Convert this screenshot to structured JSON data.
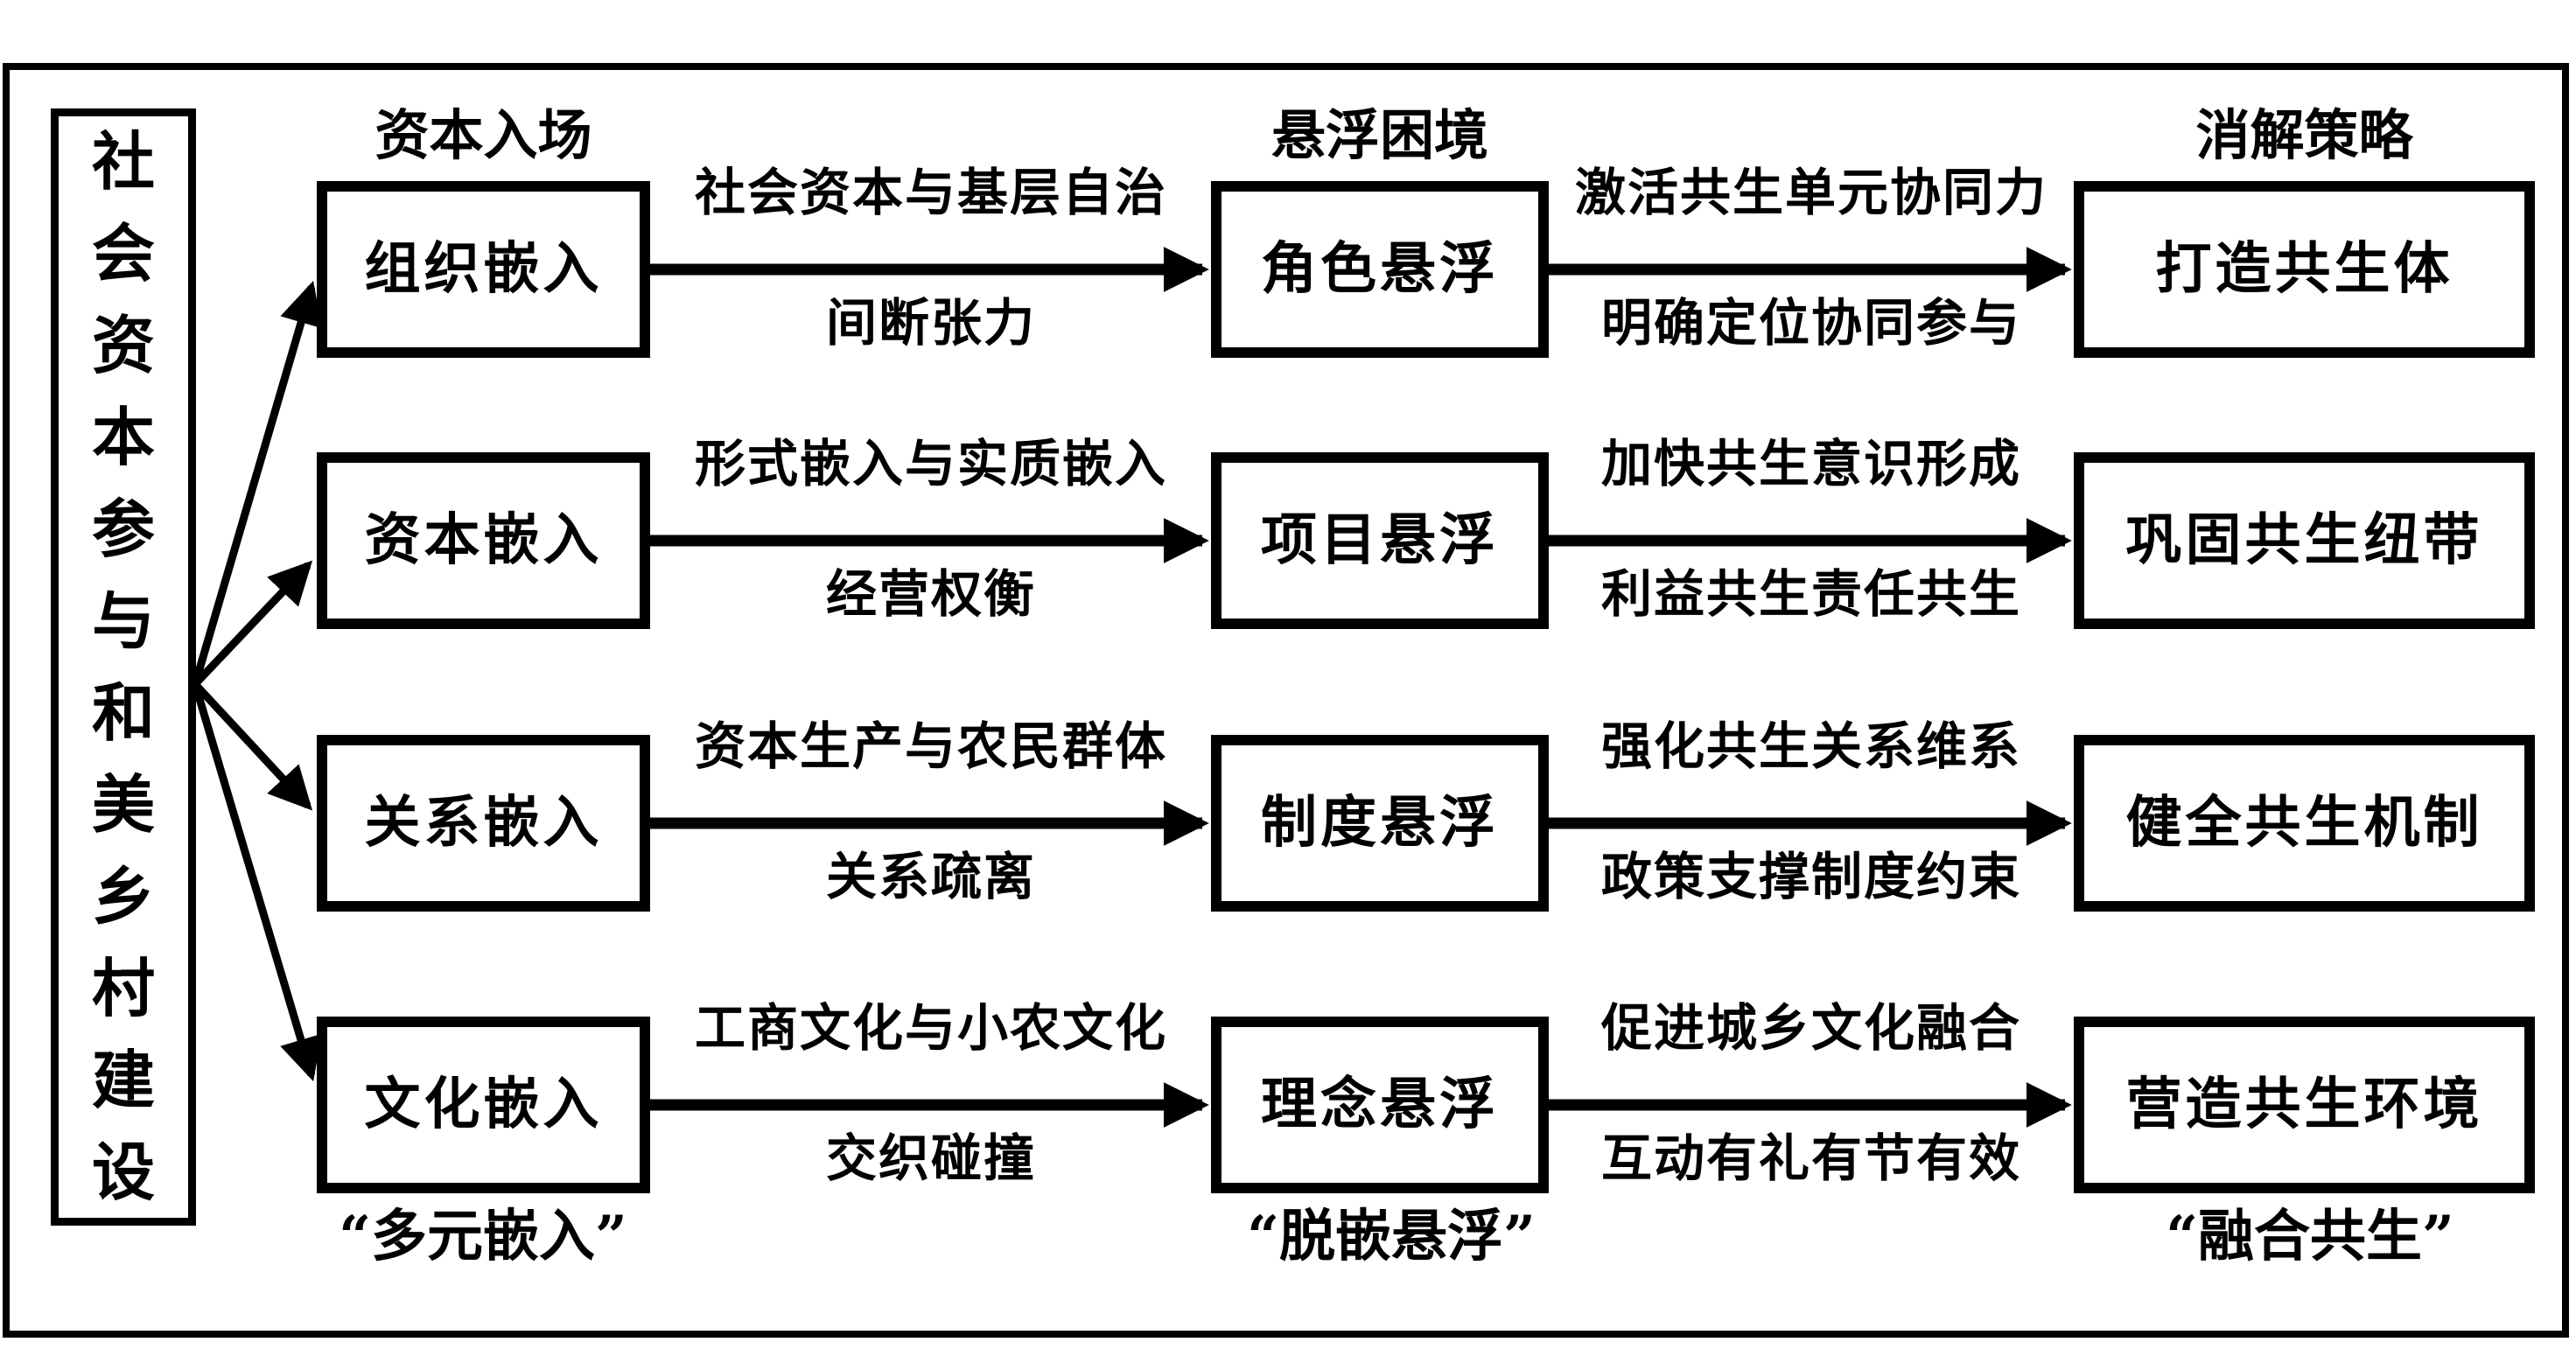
{
  "diagram": {
    "colors": {
      "ink": "#000000",
      "background": "#ffffff"
    },
    "left_box": "社会资本参与和美乡村建设",
    "headers": {
      "entry": "资本入场",
      "dilemma": "悬浮困境",
      "strategy": "消解策略"
    },
    "rows": [
      {
        "entry": "组织嵌入",
        "cause1": "社会资本与基层自治",
        "cause2": "间断张力",
        "dilemma": "角色悬浮",
        "measure1": "激活共生单元协同力",
        "measure2": "明确定位协同参与",
        "strategy": "打造共生体"
      },
      {
        "entry": "资本嵌入",
        "cause1": "形式嵌入与实质嵌入",
        "cause2": "经营权衡",
        "dilemma": "项目悬浮",
        "measure1": "加快共生意识形成",
        "measure2": "利益共生责任共生",
        "strategy": "巩固共生纽带"
      },
      {
        "entry": "关系嵌入",
        "cause1": "资本生产与农民群体",
        "cause2": "关系疏离",
        "dilemma": "制度悬浮",
        "measure1": "强化共生关系维系",
        "measure2": "政策支撑制度约束",
        "strategy": "健全共生机制"
      },
      {
        "entry": "文化嵌入",
        "cause1": "工商文化与小农文化",
        "cause2": "交织碰撞",
        "dilemma": "理念悬浮",
        "measure1": "促进城乡文化融合",
        "measure2": "互动有礼有节有效",
        "strategy": "营造共生环境"
      }
    ],
    "footers": {
      "entry": "“多元嵌入”",
      "dilemma": "“脱嵌悬浮”",
      "strategy": "“融合共生”"
    }
  }
}
